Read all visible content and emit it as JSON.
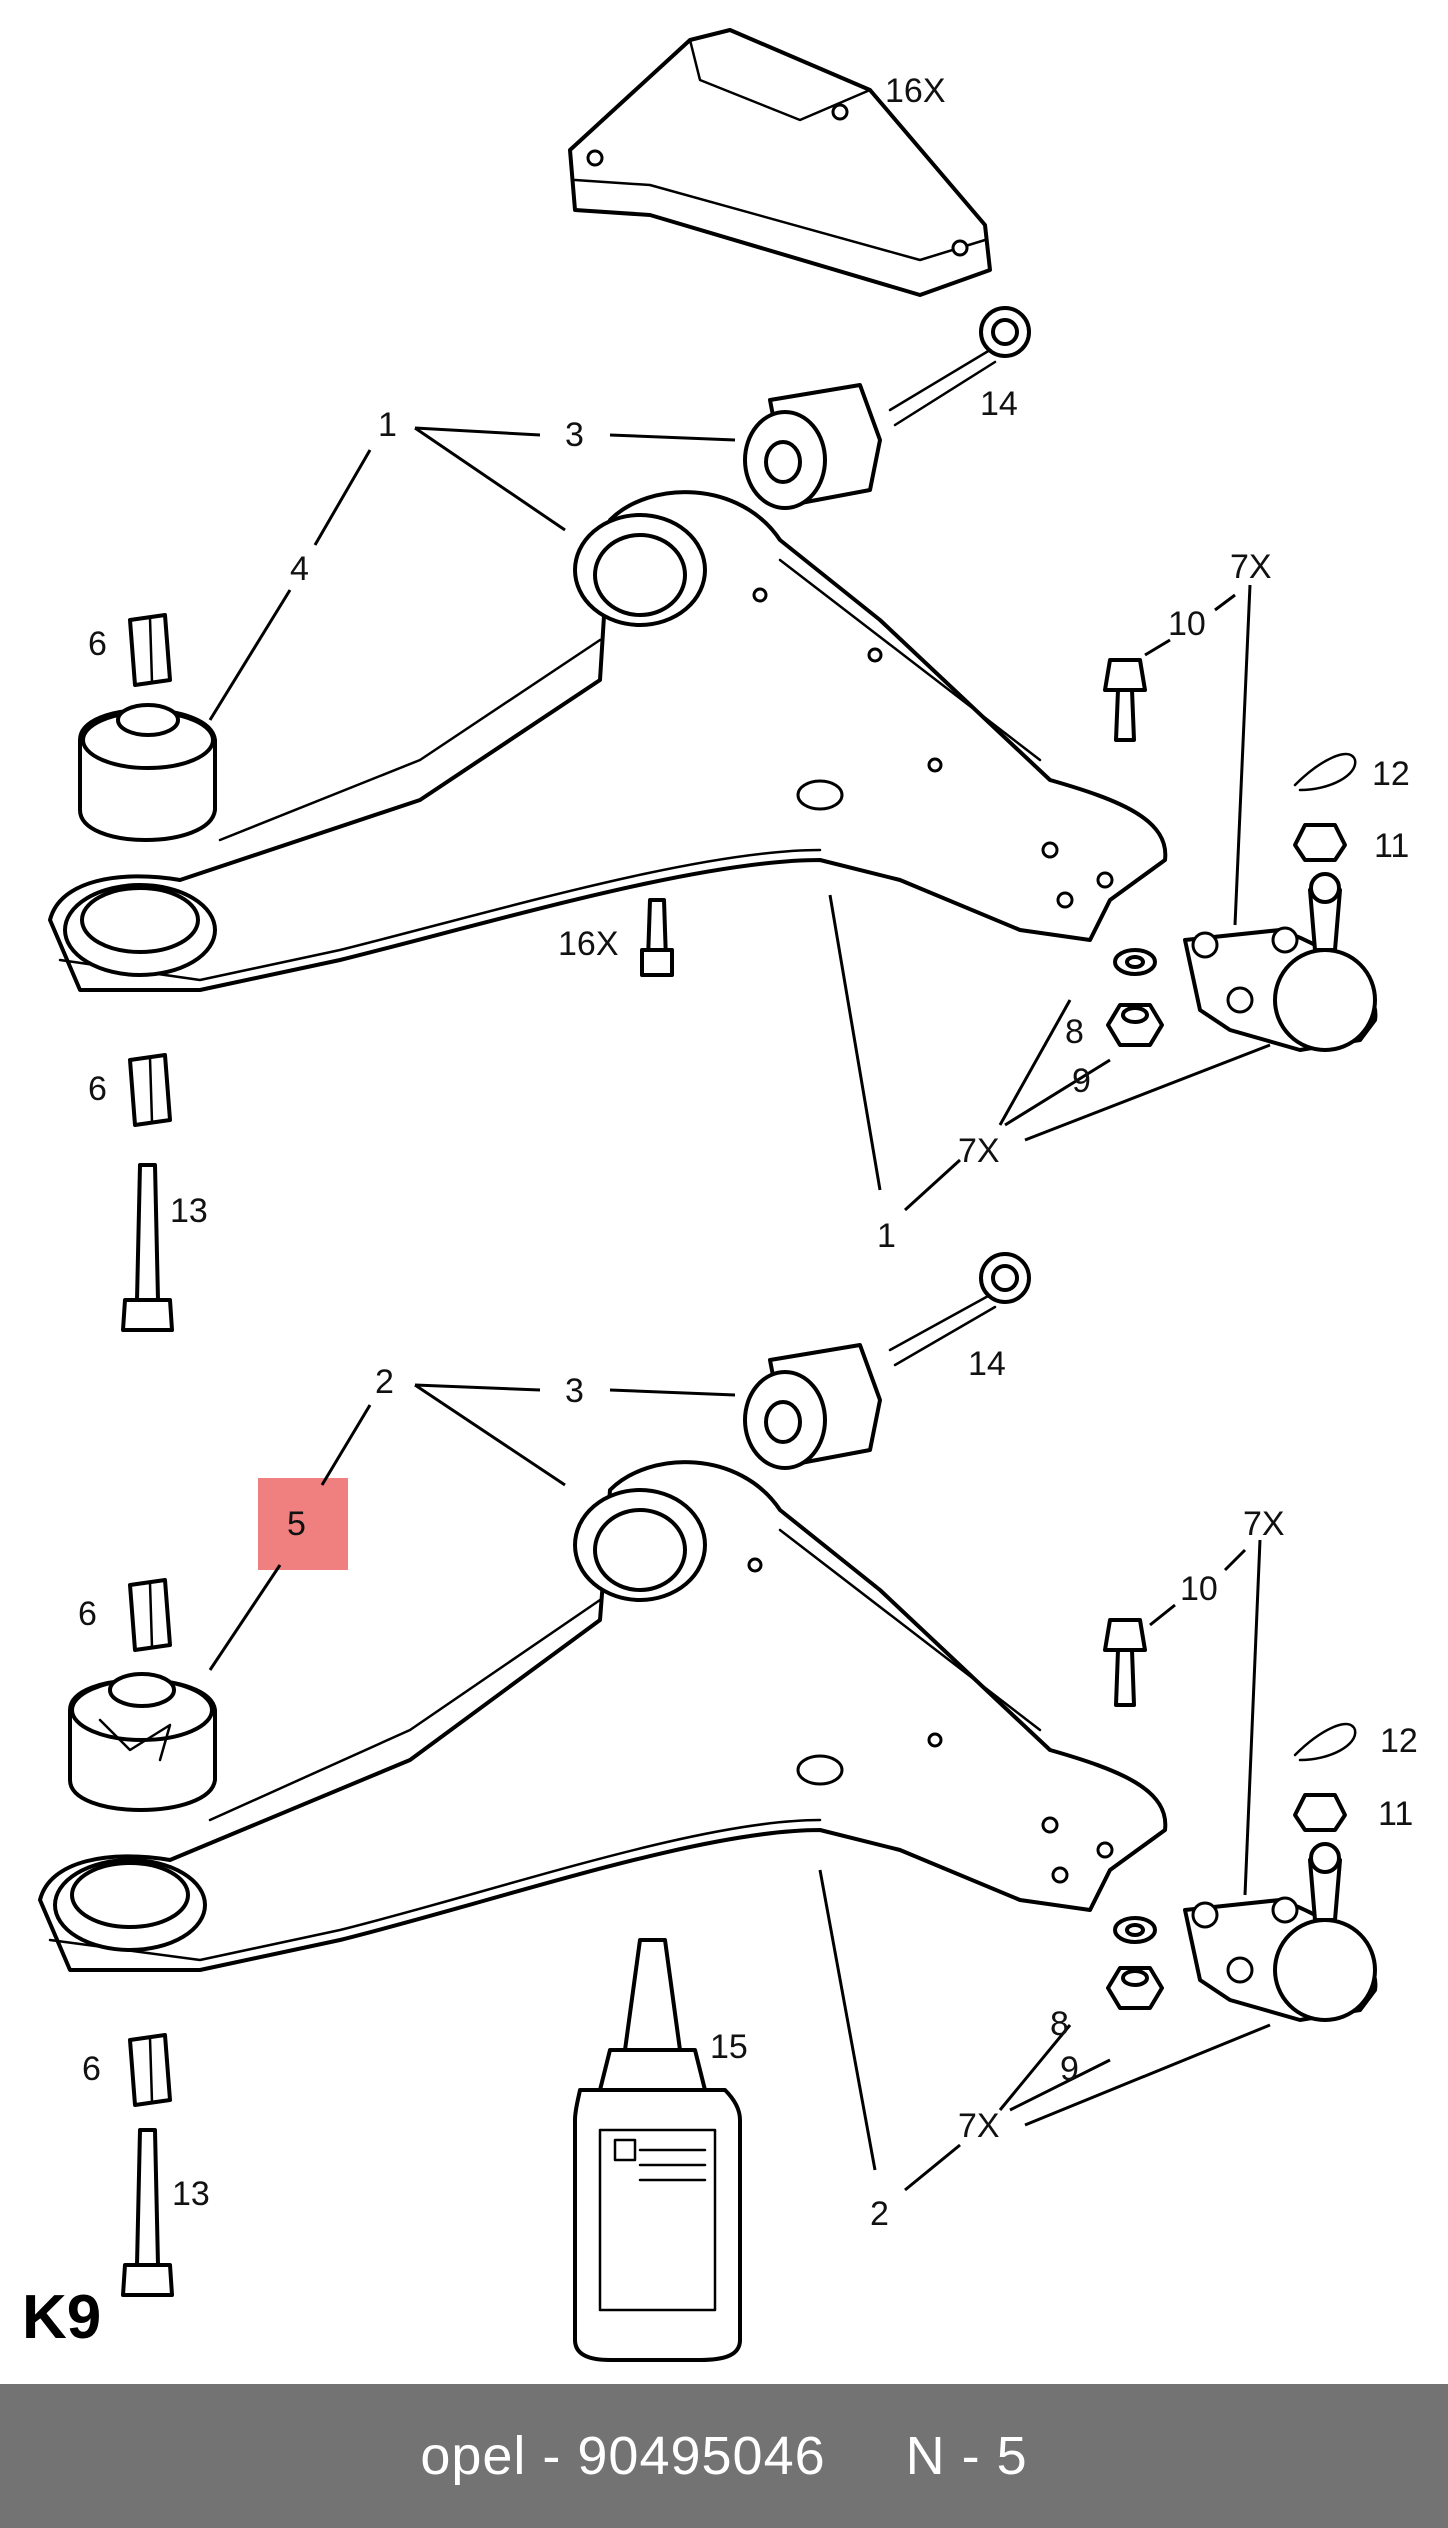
{
  "diagram_code": "K9",
  "highlight_color": "#f08080",
  "footer": {
    "text": "opel - 90495046     N - 5",
    "background": "#737373"
  },
  "labels": {
    "top_cover": "16X",
    "top_bolt_14": "14",
    "top_1": "1",
    "top_3": "3",
    "top_4": "4",
    "top_6a": "6",
    "top_6b": "6",
    "top_13": "13",
    "top_10": "10",
    "top_7x_upper": "7X",
    "top_12": "12",
    "top_11": "11",
    "top_16x_bolt": "16X",
    "top_8": "8",
    "top_9": "9",
    "top_7x_lower": "7X",
    "top_1_bottom": "1",
    "bot_14": "14",
    "bot_2": "2",
    "bot_3": "3",
    "bot_5": "5",
    "bot_6a": "6",
    "bot_6b": "6",
    "bot_13": "13",
    "bot_10": "10",
    "bot_7x_upper": "7X",
    "bot_12": "12",
    "bot_11": "11",
    "bot_8": "8",
    "bot_9": "9",
    "bot_7x_lower": "7X",
    "bot_2_bottom": "2",
    "bot_15": "15"
  }
}
